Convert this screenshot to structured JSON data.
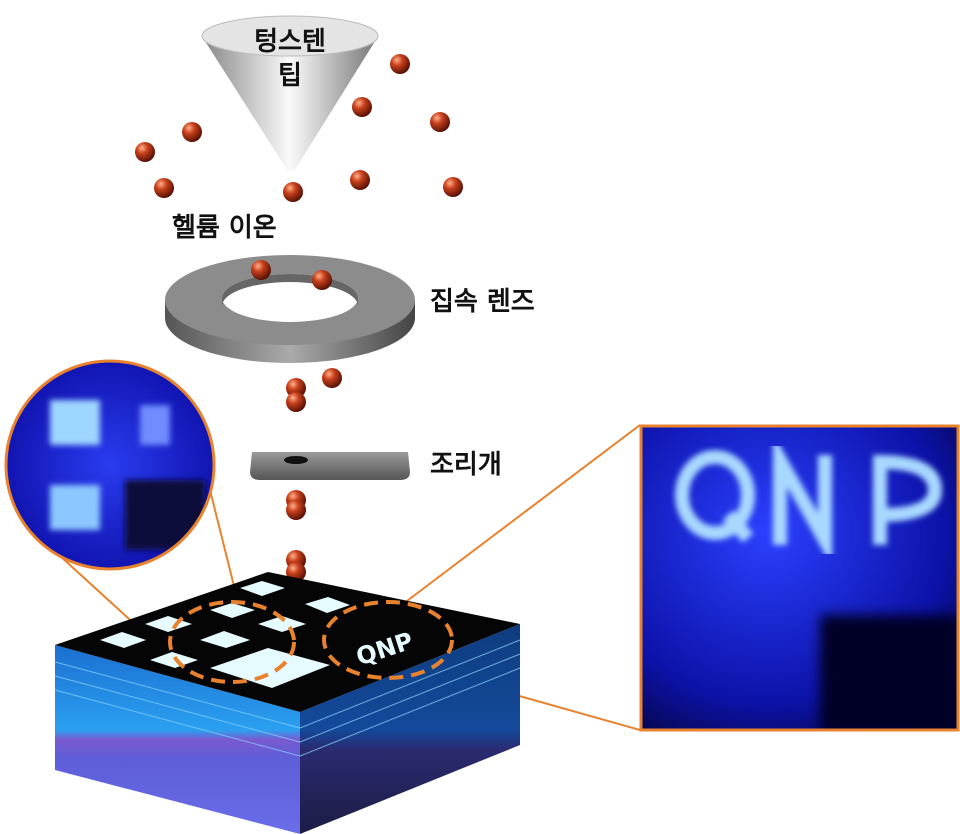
{
  "labels": {
    "tip_line1": "텅스텐",
    "tip_line2": "팁",
    "helium_ions": "헬륨 이온",
    "focusing_lens": "집속 렌즈",
    "aperture": "조리개",
    "sample_text": "QNP"
  },
  "colors": {
    "ion": "#c0391a",
    "highlight": "#e8822e",
    "substrate_blue": "#1a6fd6",
    "pattern": "#e6fbff"
  }
}
